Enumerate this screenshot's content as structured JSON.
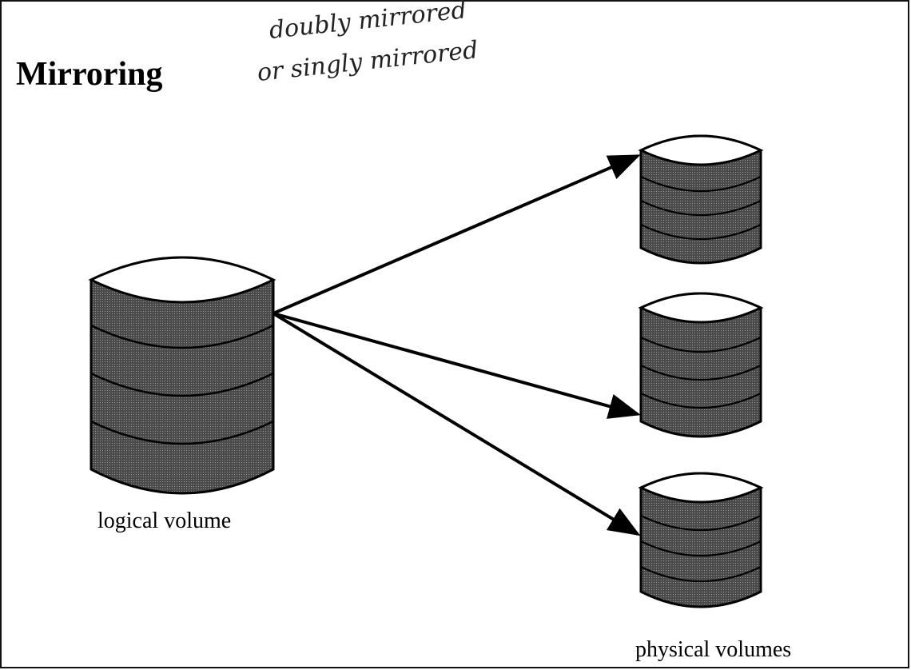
{
  "title": "Mirroring",
  "handwritten_note": {
    "line1": "doubly mirrored",
    "line2": "or singly mirrored"
  },
  "labels": {
    "logical": "logical volume",
    "physical": "physical volumes"
  },
  "colors": {
    "disk_fill": "#3f3f3f",
    "disk_top": "#ffffff",
    "stroke": "#000000"
  }
}
